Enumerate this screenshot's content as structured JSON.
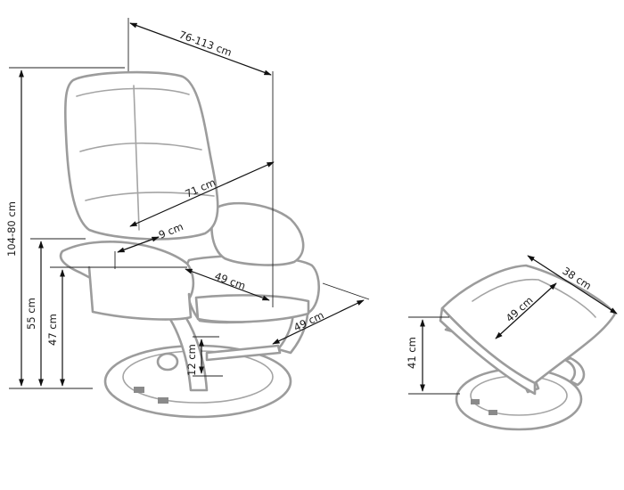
{
  "colors": {
    "outline": "#9c9c9c",
    "dimension_line": "#111111",
    "background": "#ffffff"
  },
  "armchair": {
    "dimensions": {
      "width": "76-113 cm",
      "total_height": "104-80 cm",
      "armrest_height": "55 cm",
      "seat_height": "47 cm",
      "seat_depth": "71 cm",
      "seat_width": "49 cm",
      "armrest_width": "9 cm",
      "footrest_clearance": "12 cm",
      "base_depth": "49 cm"
    }
  },
  "footstool": {
    "dimensions": {
      "depth": "38 cm",
      "width": "49 cm",
      "height": "41 cm"
    }
  }
}
